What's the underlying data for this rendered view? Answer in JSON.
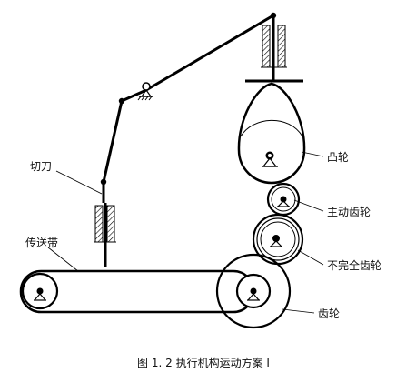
{
  "labels": {
    "cutter": "切刀",
    "belt": "传送带",
    "cam": "凸轮",
    "drive_gear": "主动齿轮",
    "partial_gear": "不完全齿轮",
    "gear": "齿轮"
  },
  "caption": "图 1. 2  执行机构运动方案 Ⅰ"
}
